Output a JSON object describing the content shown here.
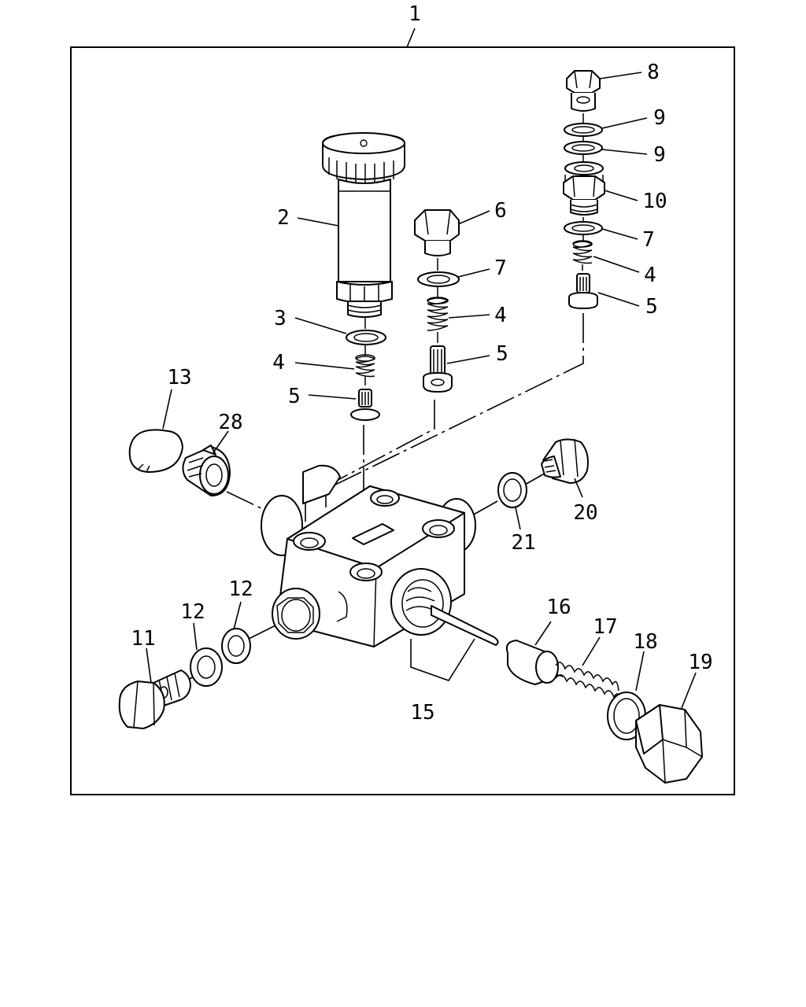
{
  "diagram": {
    "callouts": {
      "c1": "1",
      "c2": "2",
      "c3": "3",
      "c4a": "4",
      "c5a": "5",
      "c6": "6",
      "c7a": "7",
      "c4b": "4",
      "c5b": "5",
      "c8": "8",
      "c9a": "9",
      "c9b": "9",
      "c10": "10",
      "c7b": "7",
      "c4c": "4",
      "c5c": "5",
      "c13": "13",
      "c28": "28",
      "c20": "20",
      "c21": "21",
      "c12a": "12",
      "c12b": "12",
      "c11": "11",
      "c16": "16",
      "c17": "17",
      "c18": "18",
      "c19": "19",
      "c15": "15"
    }
  }
}
